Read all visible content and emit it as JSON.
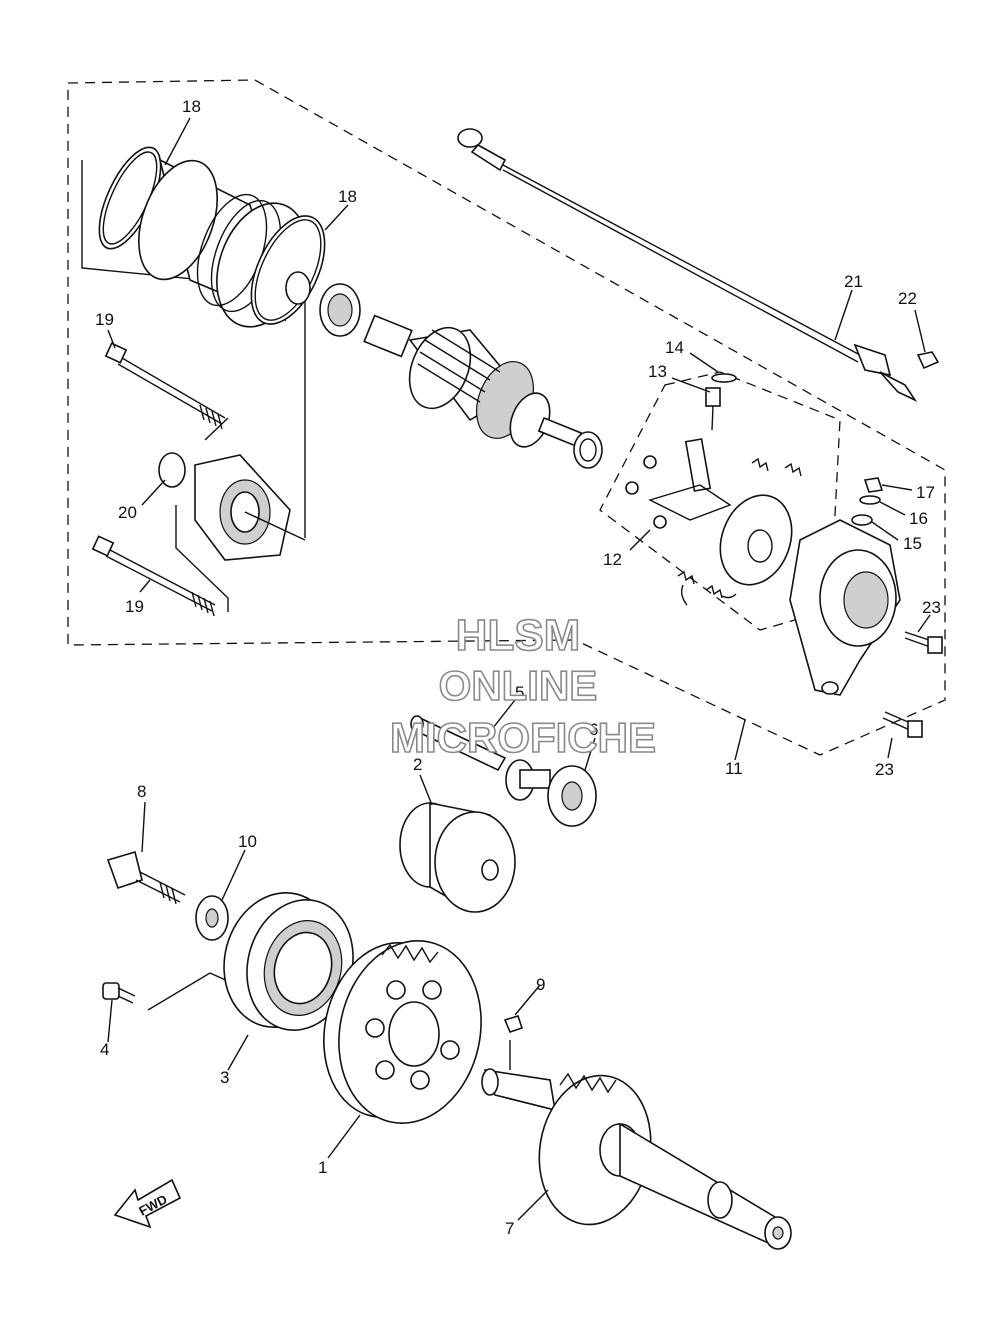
{
  "watermark": {
    "line1": "HLSM",
    "line2": "ONLINE",
    "line3": "MICROFICHE"
  },
  "direction_arrow": {
    "label": "FWD"
  },
  "callouts": [
    {
      "id": "c1",
      "label": "1"
    },
    {
      "id": "c2",
      "label": "2"
    },
    {
      "id": "c3",
      "label": "3"
    },
    {
      "id": "c4",
      "label": "4"
    },
    {
      "id": "c5",
      "label": "5"
    },
    {
      "id": "c6",
      "label": "6"
    },
    {
      "id": "c7",
      "label": "7"
    },
    {
      "id": "c8",
      "label": "8"
    },
    {
      "id": "c9",
      "label": "9"
    },
    {
      "id": "c10",
      "label": "10"
    },
    {
      "id": "c11",
      "label": "11"
    },
    {
      "id": "c12",
      "label": "12"
    },
    {
      "id": "c13",
      "label": "13"
    },
    {
      "id": "c14",
      "label": "14"
    },
    {
      "id": "c15",
      "label": "15"
    },
    {
      "id": "c16",
      "label": "16"
    },
    {
      "id": "c17",
      "label": "17"
    },
    {
      "id": "c18a",
      "label": "18"
    },
    {
      "id": "c18b",
      "label": "18"
    },
    {
      "id": "c19a",
      "label": "19"
    },
    {
      "id": "c19b",
      "label": "19"
    },
    {
      "id": "c20",
      "label": "20"
    },
    {
      "id": "c21",
      "label": "21"
    },
    {
      "id": "c22",
      "label": "22"
    },
    {
      "id": "c23a",
      "label": "23"
    },
    {
      "id": "c23b",
      "label": "23"
    }
  ]
}
